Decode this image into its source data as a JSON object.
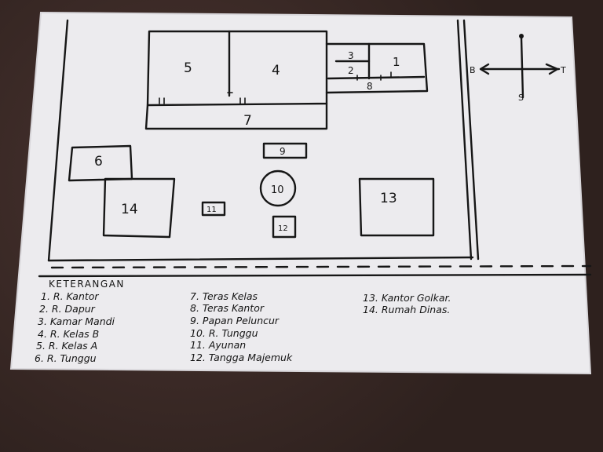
{
  "rooms": {
    "r1": "1",
    "r2": "2",
    "r3": "3",
    "r4": "4",
    "r5": "5",
    "r6": "6",
    "r7": "7",
    "r8": "8",
    "r9": "9",
    "r10": "10",
    "r11": "11",
    "r12": "12",
    "r13": "13",
    "r14": "14"
  },
  "compass": {
    "west": "B",
    "east": "T",
    "south": "S"
  },
  "legend": {
    "title": "KETERANGAN",
    "items": [
      "1. R. Kantor",
      "2. R. Dapur",
      "3. Kamar Mandi",
      "4. R. Kelas B",
      "5. R. Kelas A",
      "6. R. Tunggu",
      "7. Teras Kelas",
      "8. Teras Kantor",
      "9. Papan Peluncur",
      "10. R. Tunggu",
      "11. Ayunan",
      "12. Tangga Majemuk",
      "13. Kantor Golkar.",
      "14. Rumah Dinas."
    ]
  }
}
